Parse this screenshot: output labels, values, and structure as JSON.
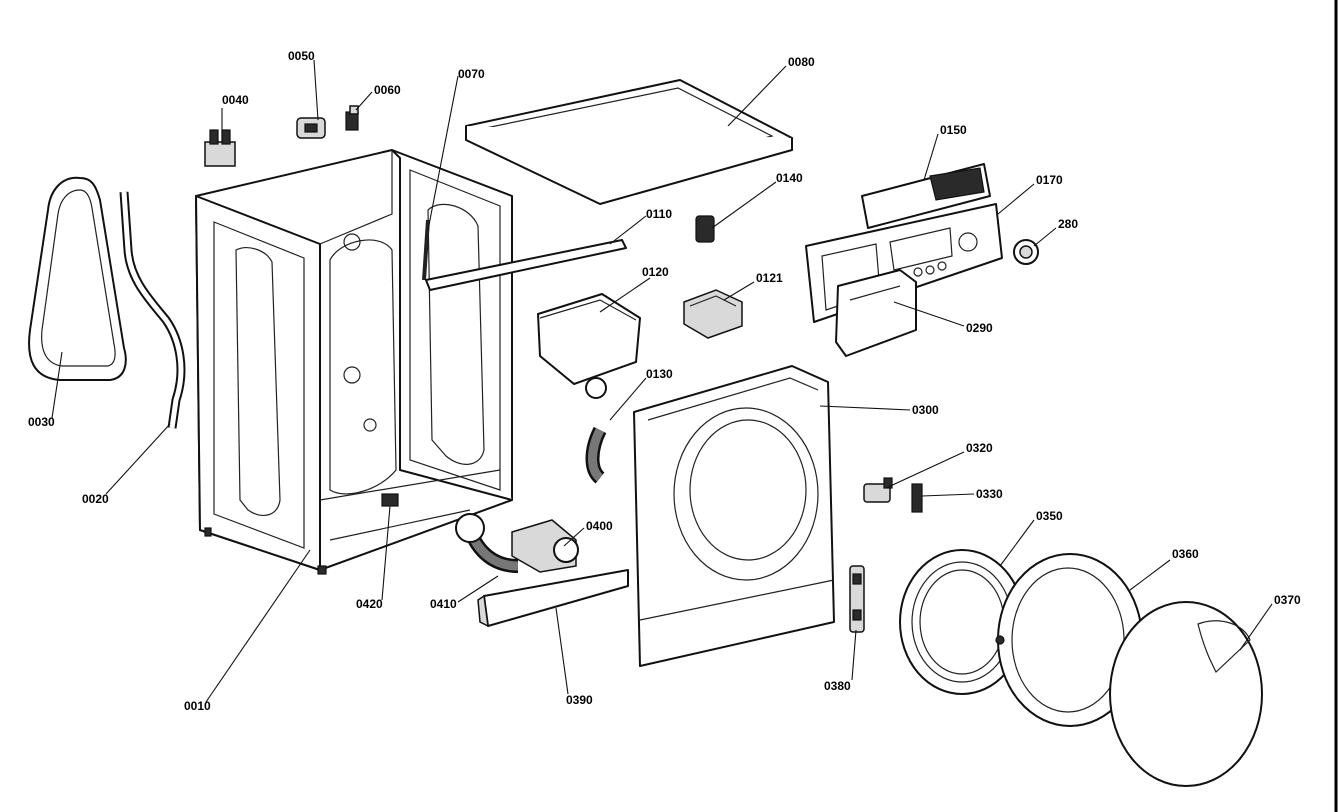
{
  "diagram": {
    "colors": {
      "ink": "#111111",
      "paper": "#ffffff",
      "shade": "#d9d9d9"
    },
    "callouts": {
      "p0010": "0010",
      "p0020": "0020",
      "p0030": "0030",
      "p0040": "0040",
      "p0050": "0050",
      "p0060": "0060",
      "p0070": "0070",
      "p0080": "0080",
      "p0110": "0110",
      "p0120": "0120",
      "p0121": "0121",
      "p0130": "0130",
      "p0140": "0140",
      "p0150": "0150",
      "p0170": "0170",
      "p280": "280",
      "p0290": "0290",
      "p0300": "0300",
      "p0320": "0320",
      "p0330": "0330",
      "p0350": "0350",
      "p0360": "0360",
      "p0370": "0370",
      "p0380": "0380",
      "p0390": "0390",
      "p0400": "0400",
      "p0410": "0410",
      "p0420": "0420"
    }
  }
}
